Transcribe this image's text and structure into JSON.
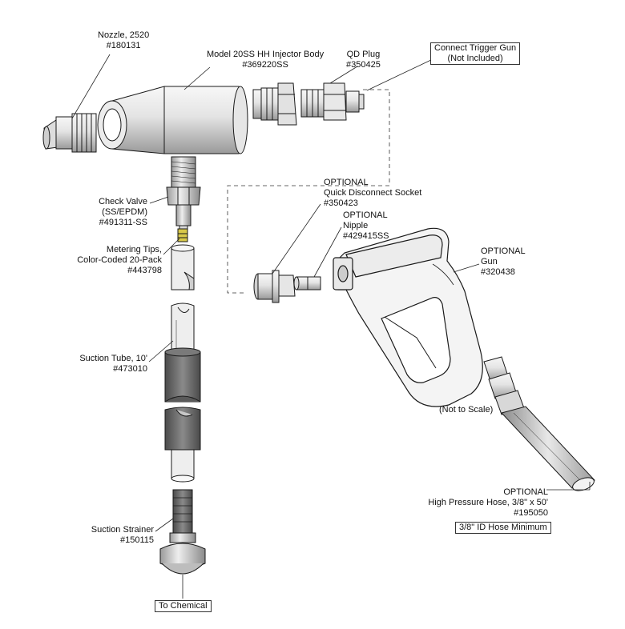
{
  "labels": {
    "nozzle": {
      "line1": "Nozzle, 2520",
      "line2": "#180131"
    },
    "injector_body": {
      "line1": "Model 20SS HH Injector Body",
      "line2": "#369220SS"
    },
    "qd_plug": {
      "line1": "QD Plug",
      "line2": "#350425"
    },
    "connect_trigger": {
      "line1": "Connect Trigger Gun",
      "line2": "(Not Included)"
    },
    "qd_socket": {
      "line1": "OPTIONAL",
      "line2": "Quick Disconnect Socket",
      "line3": "#350423"
    },
    "nipple": {
      "line1": "OPTIONAL",
      "line2": "Nipple",
      "line3": "#429415SS"
    },
    "gun": {
      "line1": "OPTIONAL",
      "line2": "Gun",
      "line3": "#320438"
    },
    "check_valve": {
      "line1": "Check Valve",
      "line2": "(SS/EPDM)",
      "line3": "#491311-SS"
    },
    "metering_tips": {
      "line1": "Metering Tips,",
      "line2": "Color-Coded 20-Pack",
      "line3": "#443798"
    },
    "suction_tube": {
      "line1": "Suction Tube, 10'",
      "line2": "#473010"
    },
    "suction_strainer": {
      "line1": "Suction Strainer",
      "line2": "#150115"
    },
    "to_chemical": "To Chemical",
    "not_to_scale": "(Not to Scale)",
    "hose": {
      "line1": "OPTIONAL",
      "line2": "High Pressure Hose, 3/8\" x 50'",
      "line3": "#195050"
    },
    "hose_minimum": "3/8\" ID Hose Minimum"
  },
  "colors": {
    "outline": "#1a1a1a",
    "metal_light": "#f2f2f2",
    "metal_mid": "#bdbdbd",
    "metal_dark": "#7a7a7a",
    "tube": "#e6e6e6",
    "rubber": "#6b6b6b",
    "tip": "#d7c84a"
  }
}
